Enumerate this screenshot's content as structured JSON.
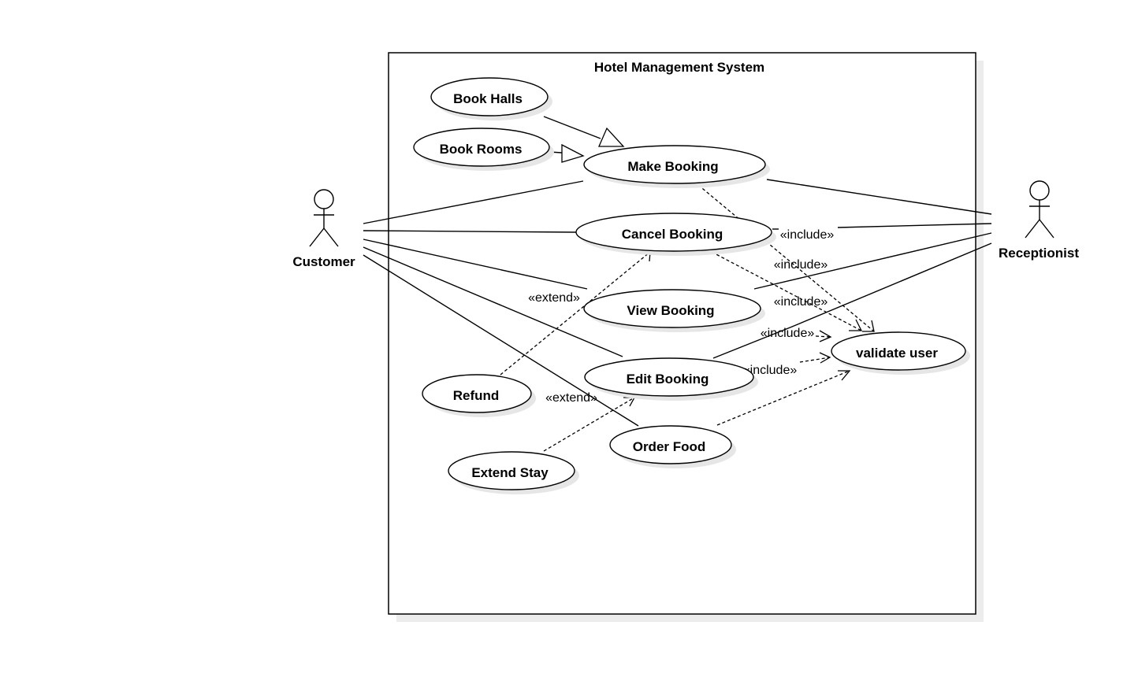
{
  "system": {
    "title": "Hotel Management System"
  },
  "actors": {
    "customer": "Customer",
    "receptionist": "Receptionist"
  },
  "use_cases": {
    "book_halls": "Book Halls",
    "book_rooms": "Book Rooms",
    "make_booking": "Make Booking",
    "cancel_booking": "Cancel Booking",
    "view_booking": "View Booking",
    "edit_booking": "Edit Booking",
    "validate_user": "validate user",
    "refund": "Refund",
    "order_food": "Order Food",
    "extend_stay": "Extend Stay"
  },
  "stereotypes": {
    "include": "«include»",
    "extend": "«extend»"
  }
}
